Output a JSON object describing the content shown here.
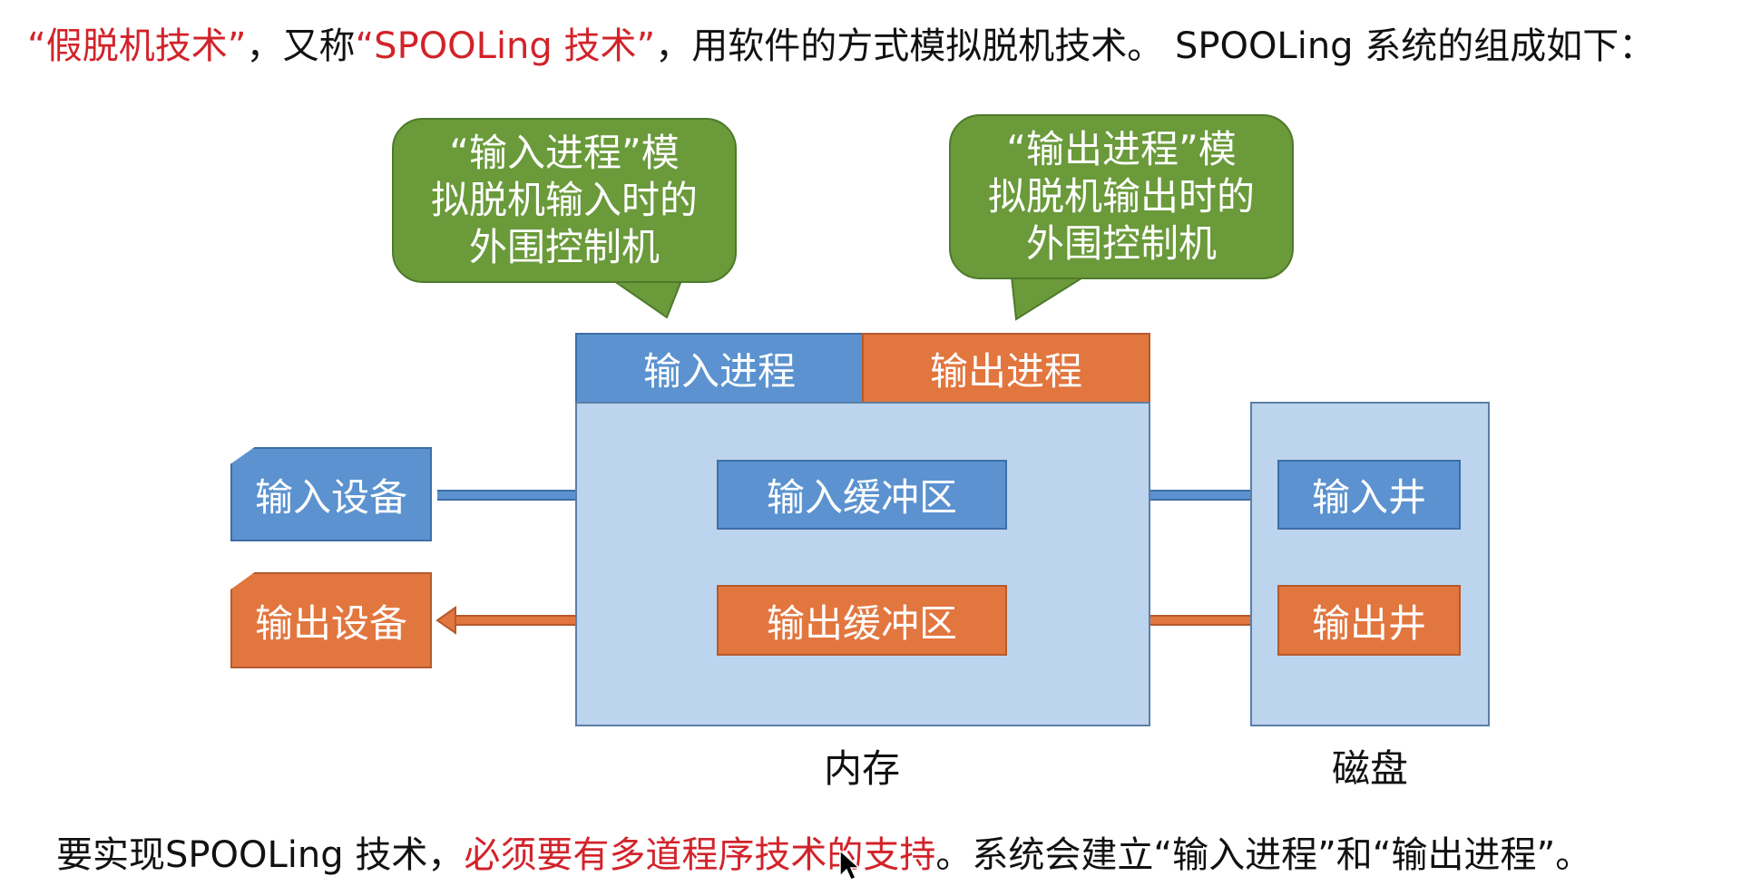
{
  "top_text": {
    "s1": "“假脱机技术”",
    "s2": "，又称",
    "s3": "“SPOOLing 技术”",
    "s4": "，用软件的方式模拟脱机技术。 SPOOLing 系统的组成如下："
  },
  "callouts": {
    "input_process": [
      "“输入进程”模",
      "拟脱机输入时的",
      "外围控制机"
    ],
    "output_process": [
      "“输出进程”模",
      "拟脱机输出时的",
      "外围控制机"
    ]
  },
  "memory": {
    "input_process_label": "输入进程",
    "output_process_label": "输出进程",
    "input_buffer": "输入缓冲区",
    "output_buffer": "输出缓冲区",
    "label": "内存"
  },
  "devices": {
    "input_device": "输入设备",
    "output_device": "输出设备"
  },
  "disk": {
    "input_well": "输入井",
    "output_well": "输出井",
    "label": "磁盘"
  },
  "bottom_text": {
    "s1": "要实现SPOOLing 技术，",
    "s2": "必须要有多道程序技术的支持",
    "s3": "。系统会建立“输入进程”和“输出进程”。"
  },
  "colors": {
    "blue": "#5b92cf",
    "orange": "#e2763f",
    "green": "#6a9a3a",
    "light_blue": "#bdd4ee",
    "red_text": "#d2232a"
  }
}
